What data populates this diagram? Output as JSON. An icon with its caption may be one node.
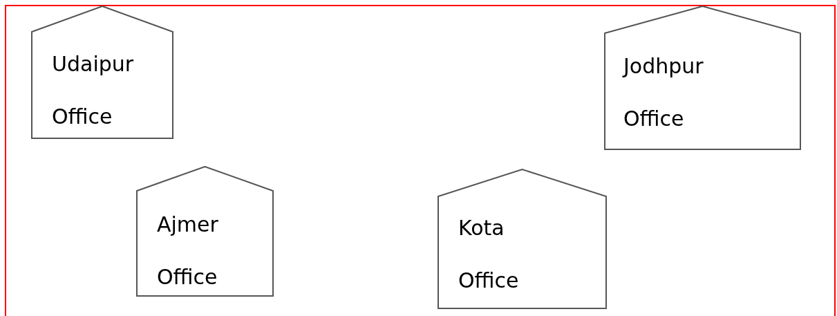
{
  "diagram": {
    "nodes": [
      {
        "text": [
          "Udaipur Office"
        ]
      },
      {
        "text": [
          "Jodhpur Office"
        ]
      },
      {
        "text": [
          "Ajmer Office"
        ]
      },
      {
        "text": [
          "Kota Office"
        ]
      }
    ]
  }
}
